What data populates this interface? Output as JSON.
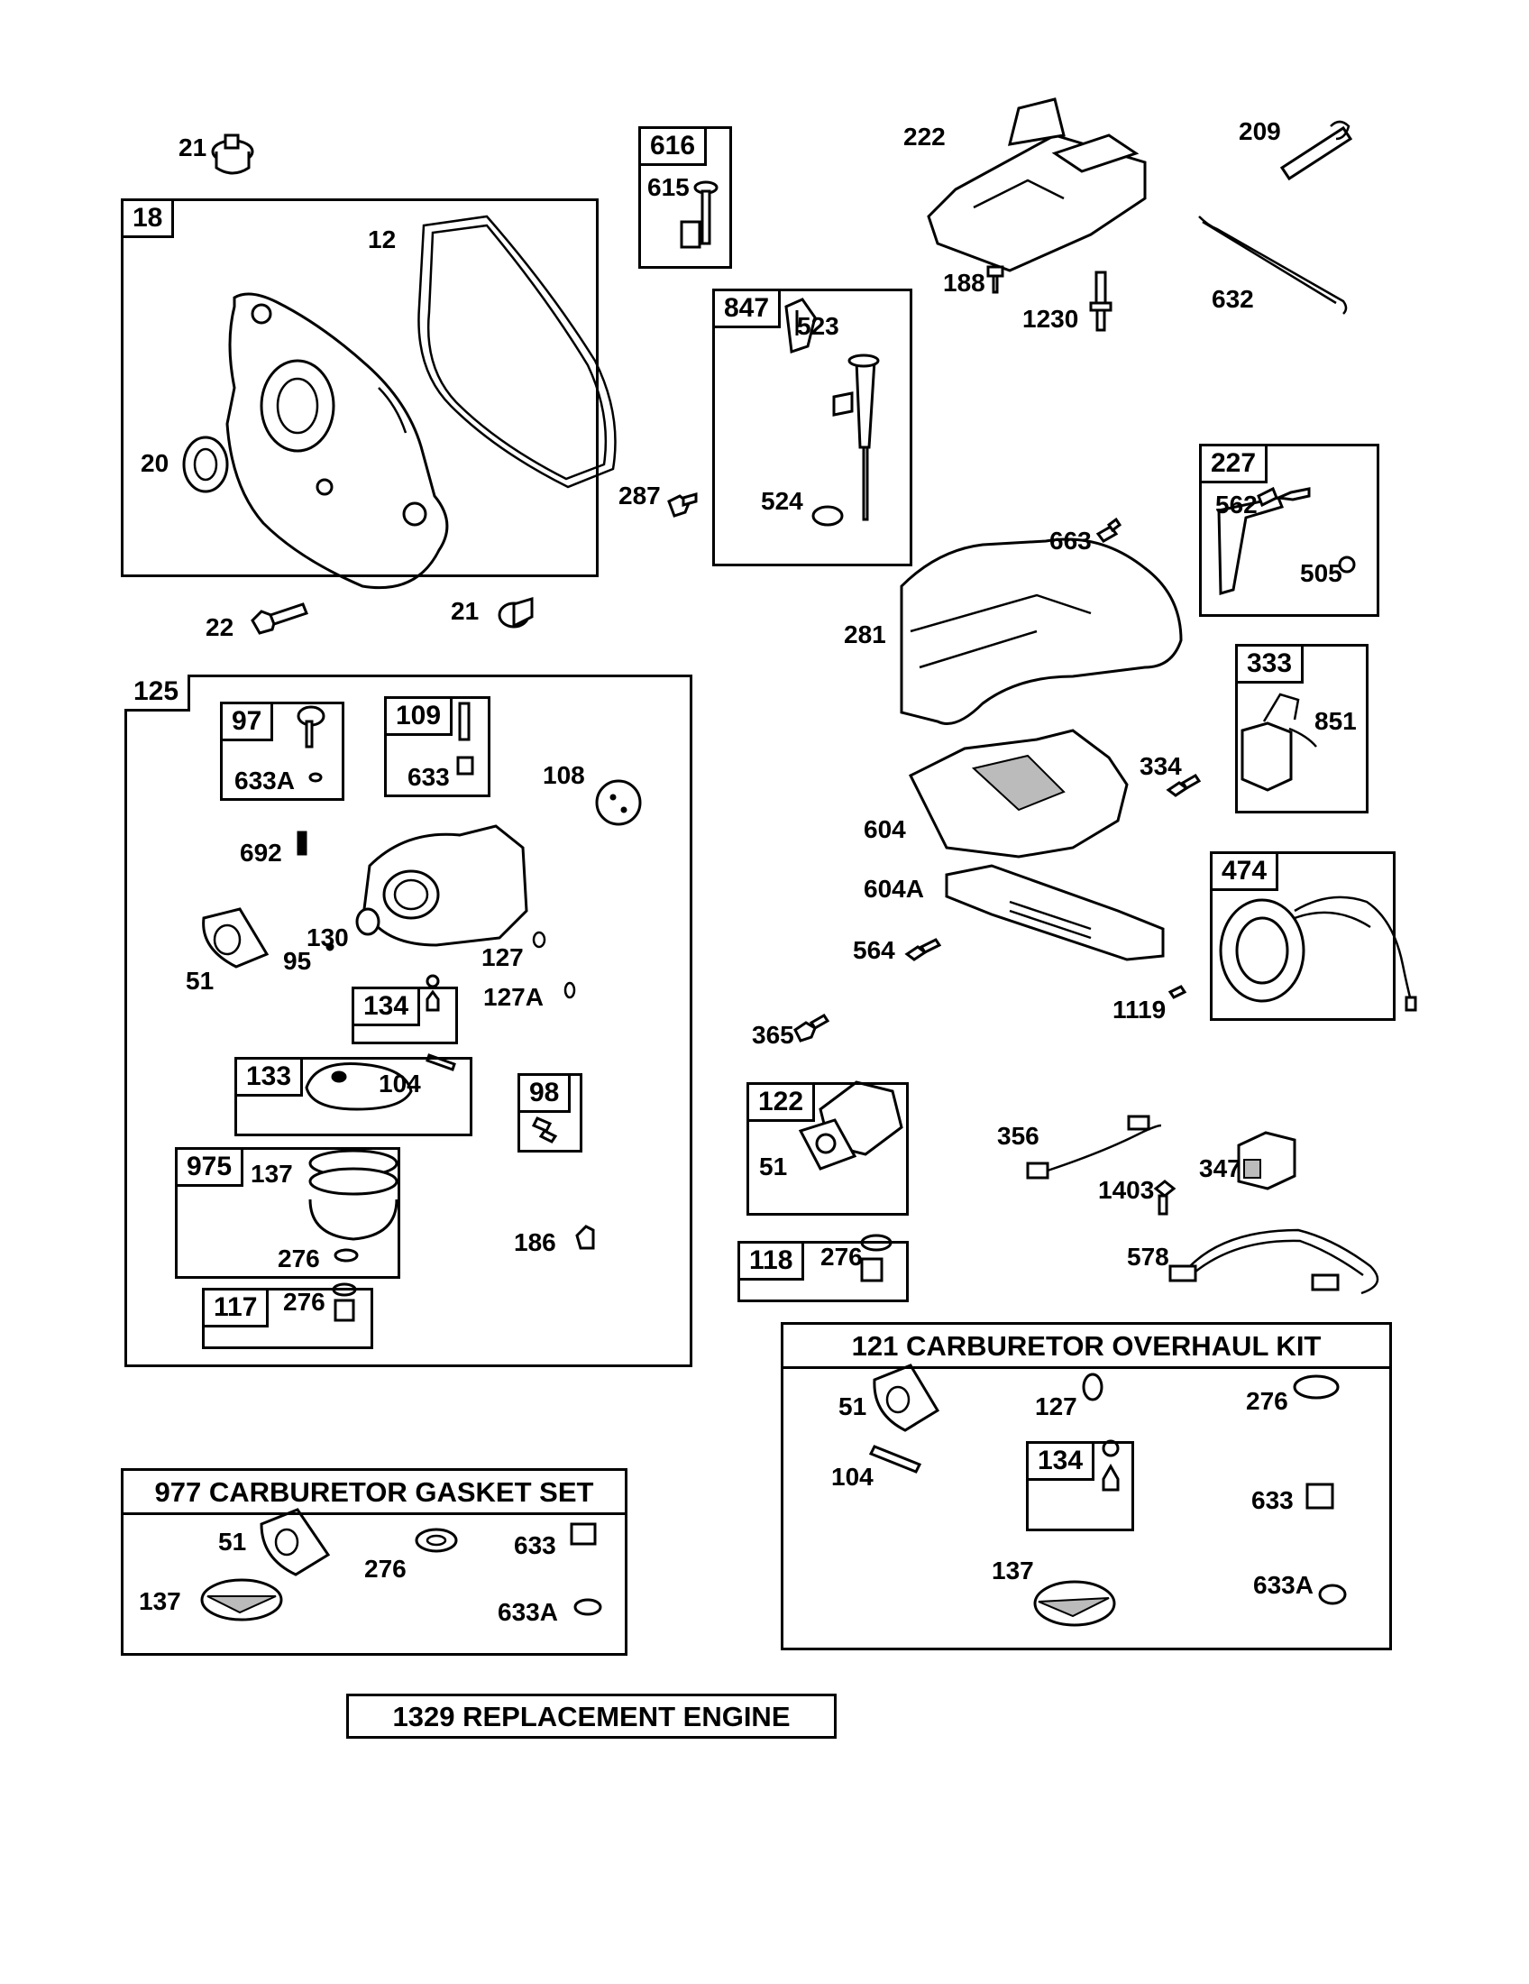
{
  "labels": {
    "l21a": "21",
    "l18": "18",
    "l12": "12",
    "l20": "20",
    "l22": "22",
    "l21b": "21",
    "l616": "616",
    "l615": "615",
    "l847": "847",
    "l523": "523",
    "l287": "287",
    "l524": "524",
    "l222": "222",
    "l209": "209",
    "l188": "188",
    "l1230": "1230",
    "l632": "632",
    "l227": "227",
    "l562": "562",
    "l505": "505",
    "l663": "663",
    "l281": "281",
    "l333": "333",
    "l851": "851",
    "l334": "334",
    "l604": "604",
    "l604A": "604A",
    "l564": "564",
    "l474": "474",
    "l1119": "1119",
    "l365": "365",
    "l125": "125",
    "l97": "97",
    "l633A": "633A",
    "l109": "109",
    "l633": "633",
    "l108": "108",
    "l692": "692",
    "l51": "51",
    "l130": "130",
    "l95": "95",
    "l127": "127",
    "l134": "134",
    "l127A": "127A",
    "l133": "133",
    "l104": "104",
    "l98": "98",
    "l975": "975",
    "l137": "137",
    "l276": "276",
    "l186": "186",
    "l117": "117",
    "l276b": "276",
    "l122": "122",
    "l51b": "51",
    "l118": "118",
    "l276c": "276",
    "l356": "356",
    "l347": "347",
    "l1403": "1403",
    "l578": "578",
    "k121_51": "51",
    "k121_127": "127",
    "k121_276": "276",
    "k121_104": "104",
    "k121_134": "134",
    "k121_633": "633",
    "k121_137": "137",
    "k121_633A": "633A",
    "k977_51": "51",
    "k977_276": "276",
    "k977_633": "633",
    "k977_137": "137",
    "k977_633A": "633A"
  },
  "kits": {
    "overhaul_title": "121 CARBURETOR OVERHAUL KIT",
    "gasket_title": "977 CARBURETOR  GASKET SET",
    "engine_title": "1329 REPLACEMENT ENGINE"
  }
}
